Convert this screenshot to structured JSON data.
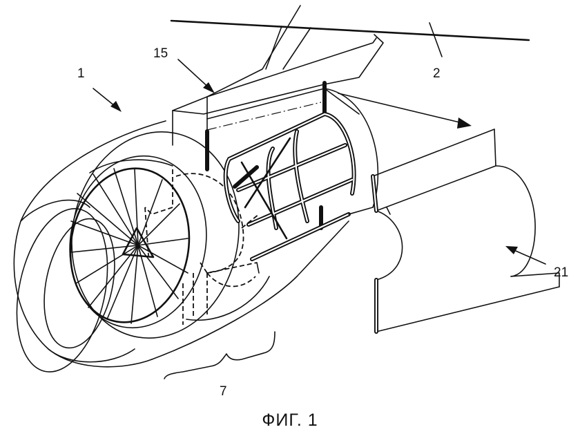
{
  "labels": {
    "nacelle": "1",
    "wing": "2",
    "pylon": "15",
    "fan_cowl": "7",
    "thrust_reverser_cowl": "21"
  },
  "caption": "ФИГ. 1"
}
